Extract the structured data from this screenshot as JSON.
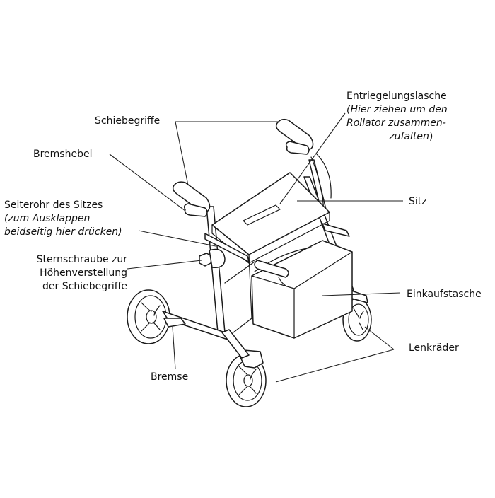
{
  "labels": {
    "schiebegriffe": "Schiebegriffe",
    "bremshebel": "Bremshebel",
    "seitenrohr_line1": "Seiterohr des Sitzes",
    "seitenrohr_line2": "(zum Ausklappen",
    "seitenrohr_line3": "beidseitig hier drücken)",
    "sternschraube_line1": "Sternschraube zur",
    "sternschraube_line2": "Höhenverstellung",
    "sternschraube_line3": "der Schiebegriffe",
    "bremse": "Bremse",
    "entriegelung_line1": "Entriegelungslasche",
    "entriegelung_line2": "(Hier ziehen um den",
    "entriegelung_line3": "Rollator zusammen-",
    "entriegelung_line4": "zufalten)",
    "sitz": "Sitz",
    "einkaufstasche": "Einkaufstasche",
    "lenkraeder": "Lenkräder"
  }
}
